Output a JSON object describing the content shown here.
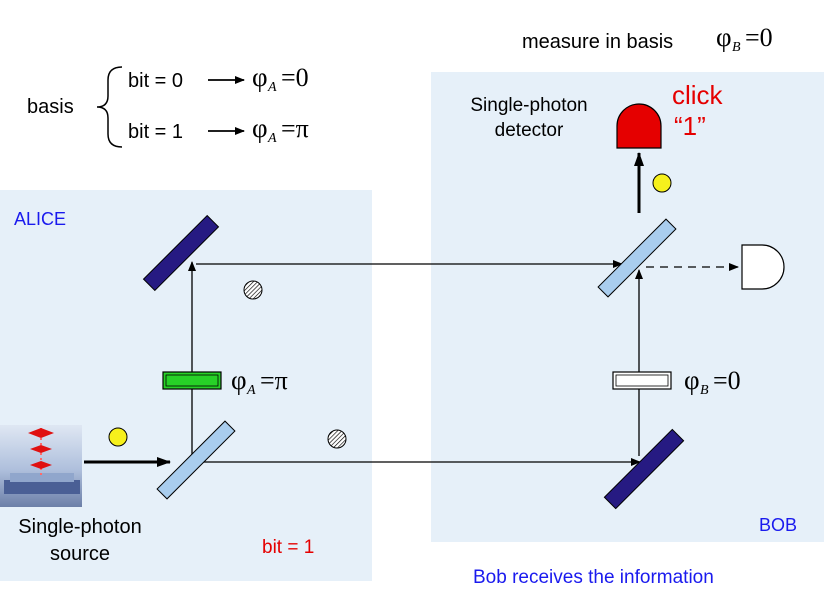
{
  "header": {
    "measure_text": "measure in basis",
    "measure_phi": "φ",
    "measure_sub": "B",
    "measure_eq": "=0"
  },
  "basis": {
    "label": "basis",
    "bit0": "bit = 0",
    "bit1": "bit = 1",
    "phi": "φ",
    "sub": "A",
    "bit0_value": "=0",
    "bit1_value": "=π"
  },
  "alice": {
    "label": "ALICE",
    "source_line1": "Single-photon",
    "source_line2": "source",
    "bit_label": "bit = 1",
    "phase_phi": "φ",
    "phase_sub": "A",
    "phase_value": "=π"
  },
  "bob": {
    "label": "BOB",
    "detector_line1": "Single-photon",
    "detector_line2": "detector",
    "click_line1": "click",
    "click_line2": "“1”",
    "phase_phi": "φ",
    "phase_sub": "B",
    "phase_value": "=0",
    "footer": "Bob receives the information"
  },
  "colors": {
    "panel": "#e6f0f9",
    "dark_mirror": "#261a82",
    "beam_splitter": "#a9cdee",
    "phase_plate": "#27d127",
    "photon": "#f6f01c",
    "detector_active": "#e50000",
    "label_blue": "#1a1aee",
    "label_red": "#e50000"
  }
}
